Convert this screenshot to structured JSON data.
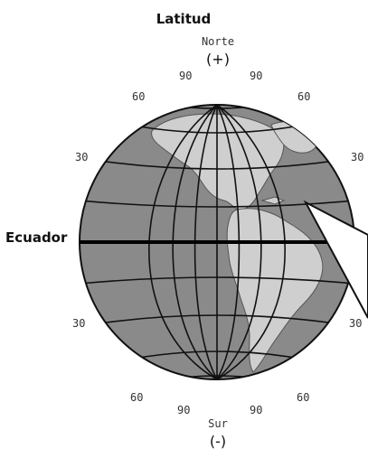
{
  "diagram": {
    "title": "Latitud",
    "equator_label": "Ecuador",
    "north": {
      "name": "Norte",
      "sign": "(+)"
    },
    "south": {
      "name": "Sur",
      "sign": "(-)"
    },
    "latitude_labels": {
      "north_90": "90",
      "north_60": "60",
      "north_30": "30",
      "south_30": "30",
      "south_60": "60",
      "south_90": "90"
    },
    "colors": {
      "ocean": "#8a8a8a",
      "land": "#cfcfcf",
      "grid": "#111111",
      "equator": "#000000",
      "background": "#ffffff"
    }
  }
}
